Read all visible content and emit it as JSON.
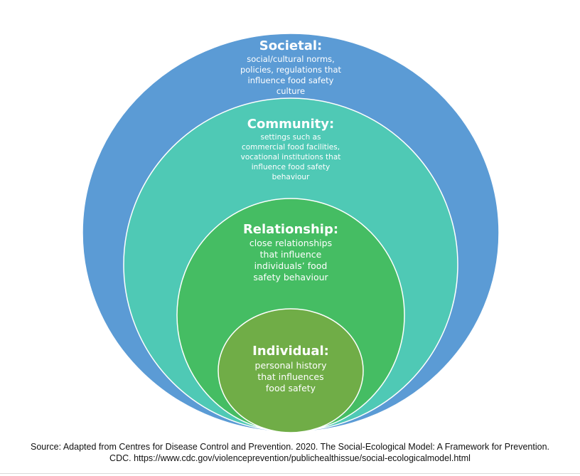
{
  "colors": {
    "societal": "#5b9bd5",
    "community": "#4fc9b5",
    "relationship": "#45bd63",
    "individual": "#70ad47",
    "ring_stroke": "#ffffff"
  },
  "levels": [
    {
      "key": "societal",
      "title": "Societal:",
      "description": [
        "social/cultural norms,",
        "policies, regulations that",
        "influence food safety",
        "culture"
      ]
    },
    {
      "key": "community",
      "title": "Community:",
      "description": [
        "settings such as",
        "commercial food facilities,",
        "vocational institutions that",
        "influence food safety",
        "behaviour"
      ]
    },
    {
      "key": "relationship",
      "title": "Relationship:",
      "description": [
        "close relationships",
        "that influence",
        "individuals’ food",
        "safety behaviour"
      ]
    },
    {
      "key": "individual",
      "title": "Individual:",
      "description": [
        "personal history",
        "that influences",
        "food safety"
      ]
    }
  ],
  "source": {
    "line1": "Source: Adapted from Centres for Disease Control and Prevention. 2020. The Social-Ecological Model: A Framework for Prevention.",
    "line2": "CDC. https://www.cdc.gov/violenceprevention/publichealthissue/social-ecologicalmodel.html"
  }
}
